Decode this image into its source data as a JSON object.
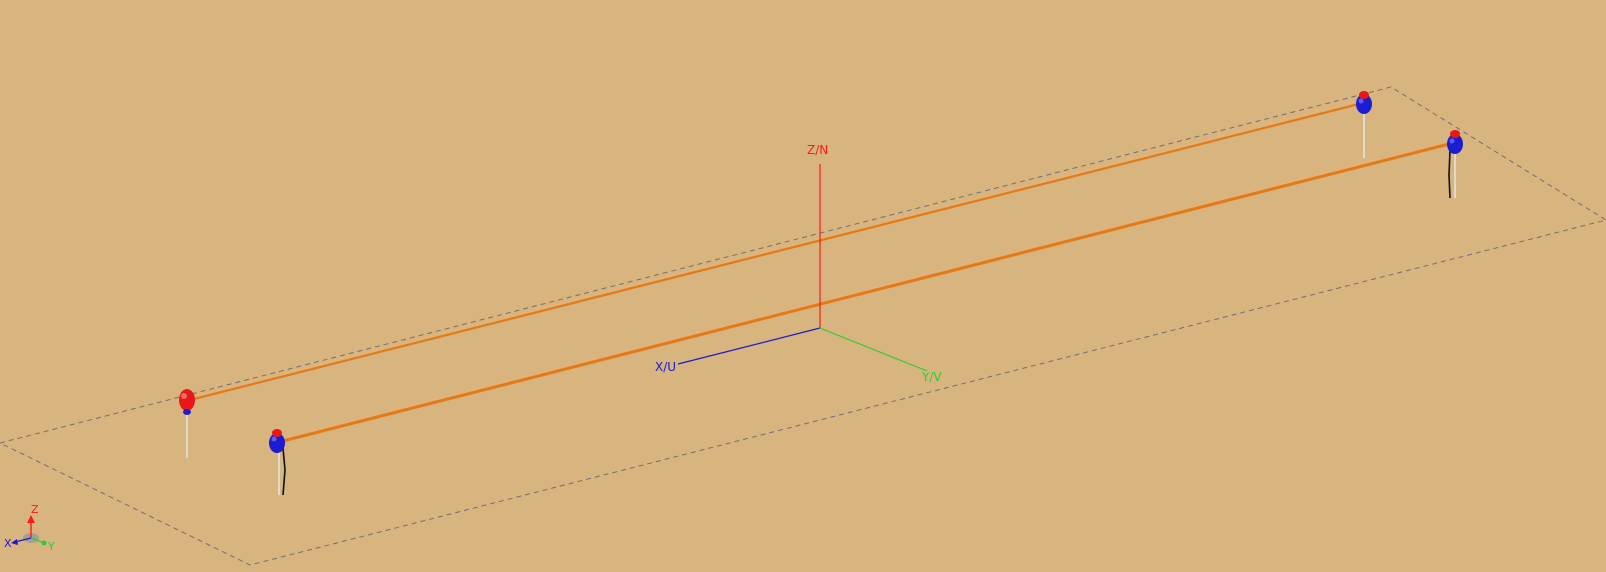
{
  "scene": {
    "background": "#d8b47f",
    "axes": {
      "z_label": "Z/N",
      "x_label": "X/U",
      "y_label": "Y/V",
      "z_color": "#ff1a1a",
      "x_color": "#1a1acc",
      "y_color": "#33cc33"
    },
    "mini_axes": {
      "z_label": "Z",
      "x_label": "X",
      "y_label": "Y"
    },
    "colors": {
      "conductor": "#e37a18",
      "conductor_highlight": "#f5b070",
      "boundary": "#707070",
      "electrode_red": "#e81818",
      "electrode_blue": "#1c1cd0",
      "lead_gray": "#e6e6e6",
      "lead_black": "#111111"
    },
    "objects": [
      "conductor-line-1",
      "conductor-line-2",
      "electrode-1",
      "electrode-2",
      "electrode-3",
      "electrode-4"
    ]
  }
}
